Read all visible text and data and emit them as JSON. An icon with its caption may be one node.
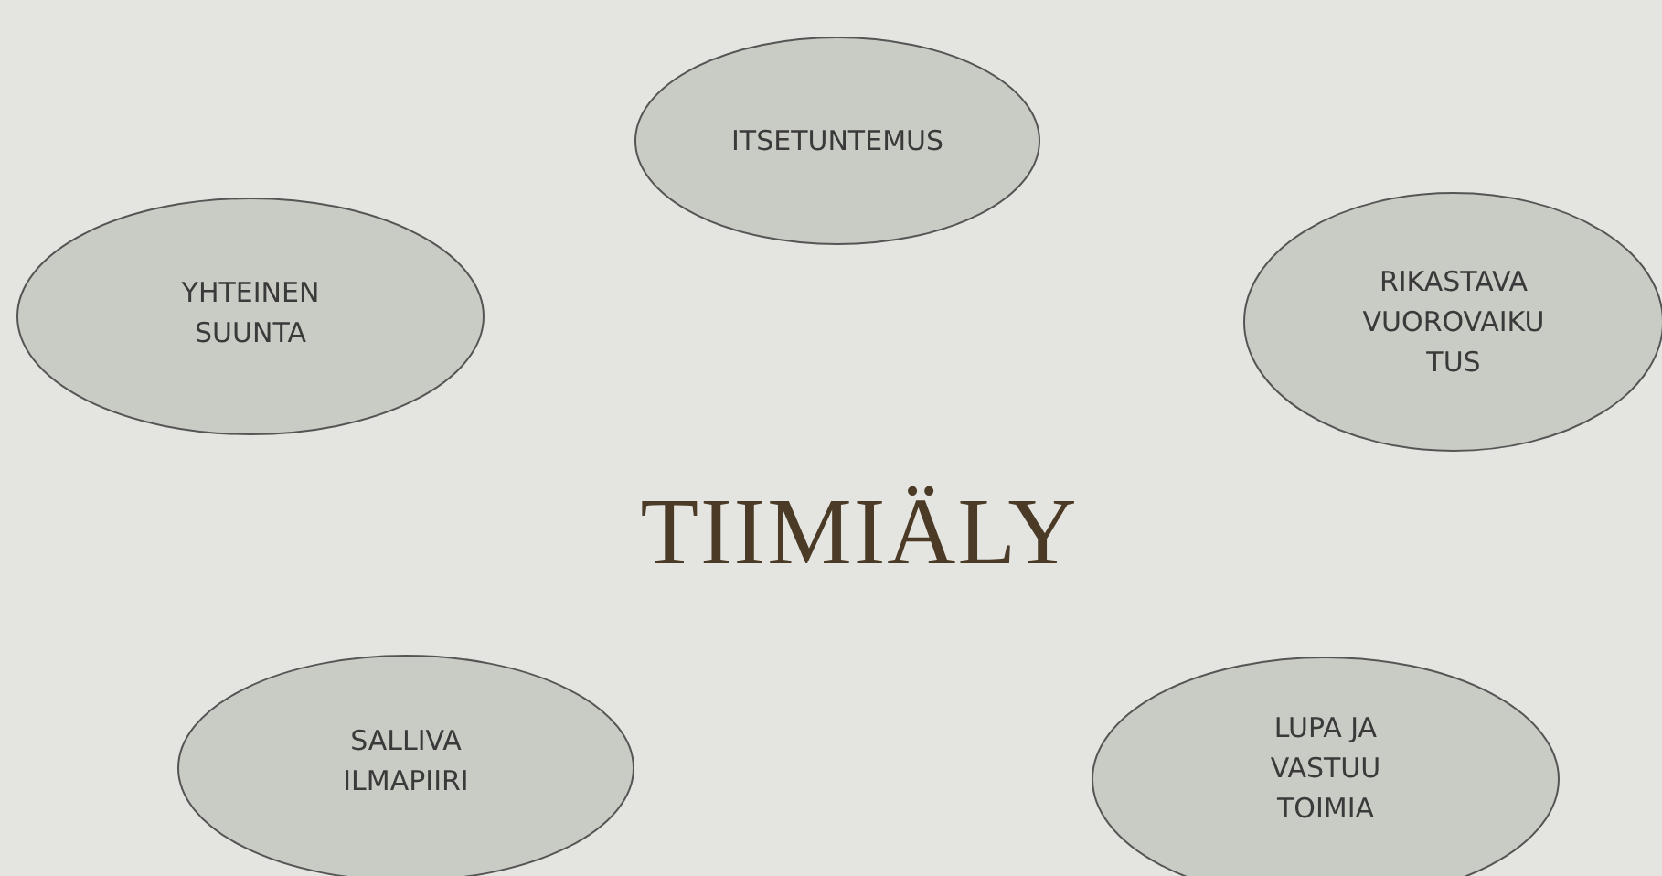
{
  "diagram": {
    "title": "TIIMIÄLY",
    "nodes": [
      {
        "text": [
          "ITSETUNTEMUS"
        ]
      },
      {
        "text": [
          "YHTEINEN SUUNTA"
        ]
      },
      {
        "text": [
          "RIKASTAVA VUOROVAIKU TUS"
        ]
      },
      {
        "text": [
          "SALLIVA ILMAPIIRI"
        ]
      },
      {
        "text": [
          "LUPA JA VASTUU TOIMIA"
        ]
      }
    ]
  }
}
